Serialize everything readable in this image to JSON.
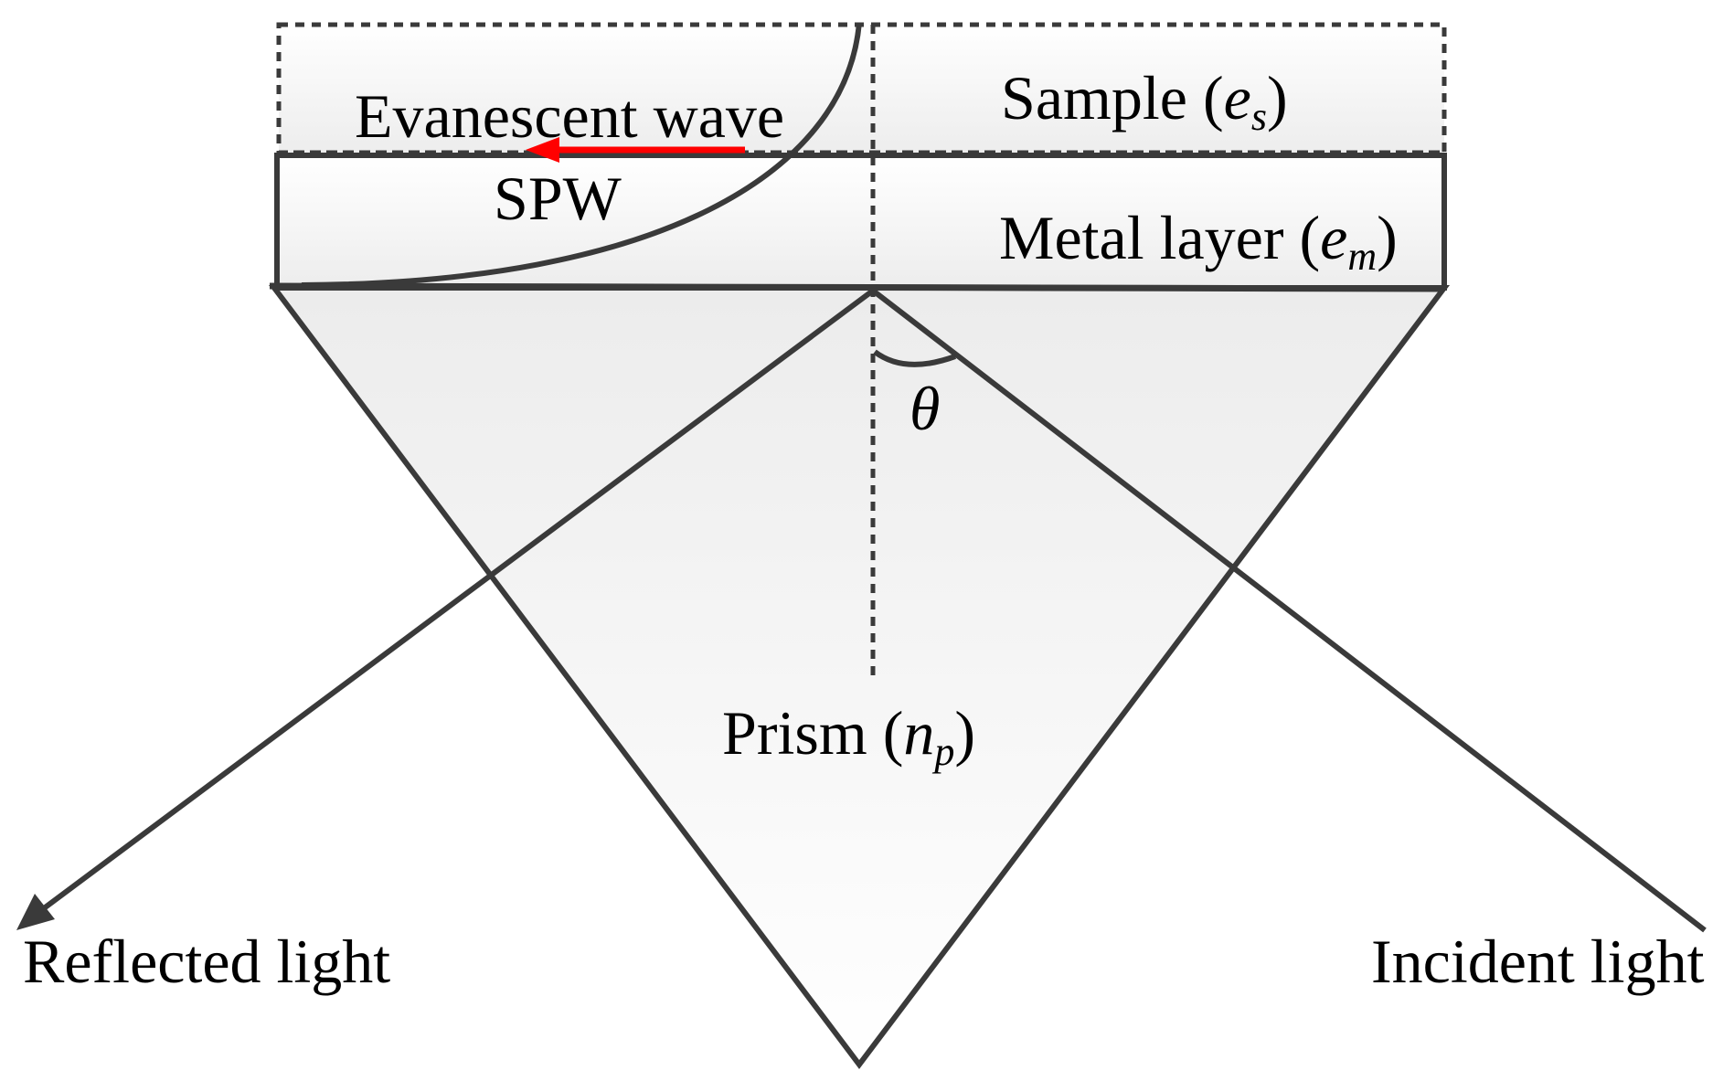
{
  "labels": {
    "sample": "Sample (",
    "sample_sym": "e",
    "sample_sub": "s",
    "sample_close": ")",
    "evanescent": "Evanescent wave",
    "spw": "SPW",
    "metal": "Metal layer (",
    "metal_sym": "e",
    "metal_sub": "m",
    "metal_close": ")",
    "theta": "θ",
    "prism": "Prism (",
    "prism_sym": "n",
    "prism_sub": "p",
    "prism_close": ")",
    "reflected": "Reflected light",
    "incident": "Incident light"
  },
  "colors": {
    "stroke": "#3a3a3a",
    "arrow_red": "#ff0000",
    "fill_light": "#f4f4f4"
  }
}
